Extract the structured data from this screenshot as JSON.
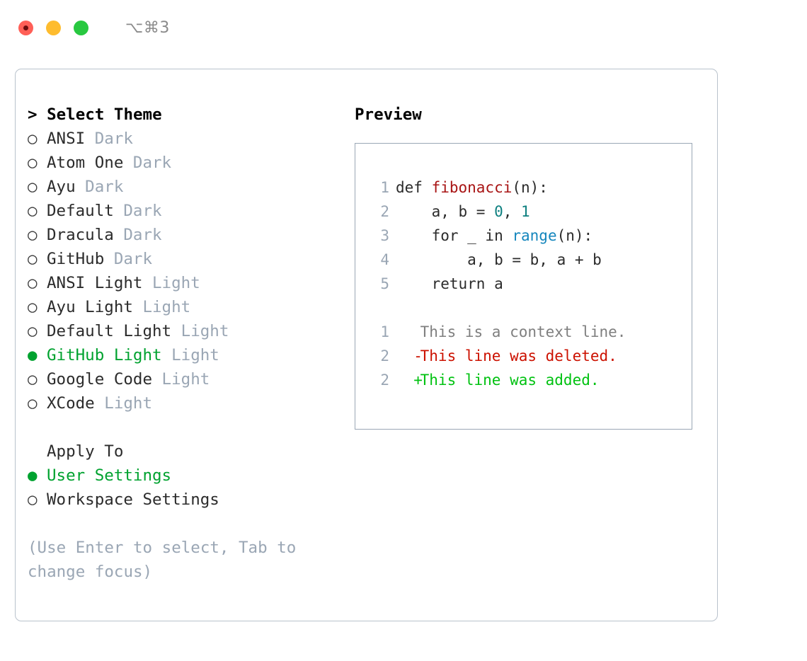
{
  "titlebar": {
    "shortcut": "⌥⌘3",
    "lights": [
      "close-red",
      "minimize-yellow",
      "maximize-green"
    ]
  },
  "theme_panel": {
    "header": "> Select Theme",
    "bullet_selected": "●",
    "bullet_unselected": "○",
    "options": [
      {
        "label": "ANSI",
        "tag": "Dark",
        "selected": false
      },
      {
        "label": "Atom One",
        "tag": "Dark",
        "selected": false
      },
      {
        "label": "Ayu",
        "tag": "Dark",
        "selected": false
      },
      {
        "label": "Default",
        "tag": "Dark",
        "selected": false
      },
      {
        "label": "Dracula",
        "tag": "Dark",
        "selected": false
      },
      {
        "label": "GitHub",
        "tag": "Dark",
        "selected": false
      },
      {
        "label": "ANSI Light",
        "tag": "Light",
        "selected": false
      },
      {
        "label": "Ayu Light",
        "tag": "Light",
        "selected": false
      },
      {
        "label": "Default Light",
        "tag": "Light",
        "selected": false
      },
      {
        "label": "GitHub Light",
        "tag": "Light",
        "selected": true
      },
      {
        "label": "Google Code",
        "tag": "Light",
        "selected": false
      },
      {
        "label": "XCode",
        "tag": "Light",
        "selected": false
      }
    ]
  },
  "apply_to": {
    "header": "Apply To",
    "options": [
      {
        "label": "User Settings",
        "selected": true
      },
      {
        "label": "Workspace Settings",
        "selected": false
      }
    ]
  },
  "hint": "(Use Enter to select, Tab to change focus)",
  "preview": {
    "title": "Preview",
    "code_lines": [
      {
        "n": "1",
        "tokens": [
          {
            "t": "def ",
            "k": "plain"
          },
          {
            "t": "fibonacci",
            "k": "fn"
          },
          {
            "t": "(n):",
            "k": "plain"
          }
        ]
      },
      {
        "n": "2",
        "tokens": [
          {
            "t": "    a, b = ",
            "k": "plain"
          },
          {
            "t": "0",
            "k": "num"
          },
          {
            "t": ", ",
            "k": "plain"
          },
          {
            "t": "1",
            "k": "num"
          }
        ]
      },
      {
        "n": "3",
        "tokens": [
          {
            "t": "    for _ in ",
            "k": "plain"
          },
          {
            "t": "range",
            "k": "call"
          },
          {
            "t": "(n):",
            "k": "plain"
          }
        ]
      },
      {
        "n": "4",
        "tokens": [
          {
            "t": "        a, b = b, a + b",
            "k": "plain"
          }
        ]
      },
      {
        "n": "5",
        "tokens": [
          {
            "t": "    return a",
            "k": "plain"
          }
        ]
      }
    ],
    "diff_lines": [
      {
        "n": "1",
        "mark": " ",
        "text": "This is a context line.",
        "kind": "ctx"
      },
      {
        "n": "2",
        "mark": "-",
        "text": "This line was deleted.",
        "kind": "del"
      },
      {
        "n": "2",
        "mark": "+",
        "text": "This line was added.",
        "kind": "add"
      }
    ]
  },
  "colors": {
    "accent_green": "#00a22f",
    "muted": "#9aa6b4",
    "diff_add": "#00c211",
    "diff_del": "#cc1100",
    "syntax_function": "#a81414",
    "syntax_number": "#0f8080",
    "syntax_call": "#1586bd",
    "border": "#b9c2cc"
  }
}
